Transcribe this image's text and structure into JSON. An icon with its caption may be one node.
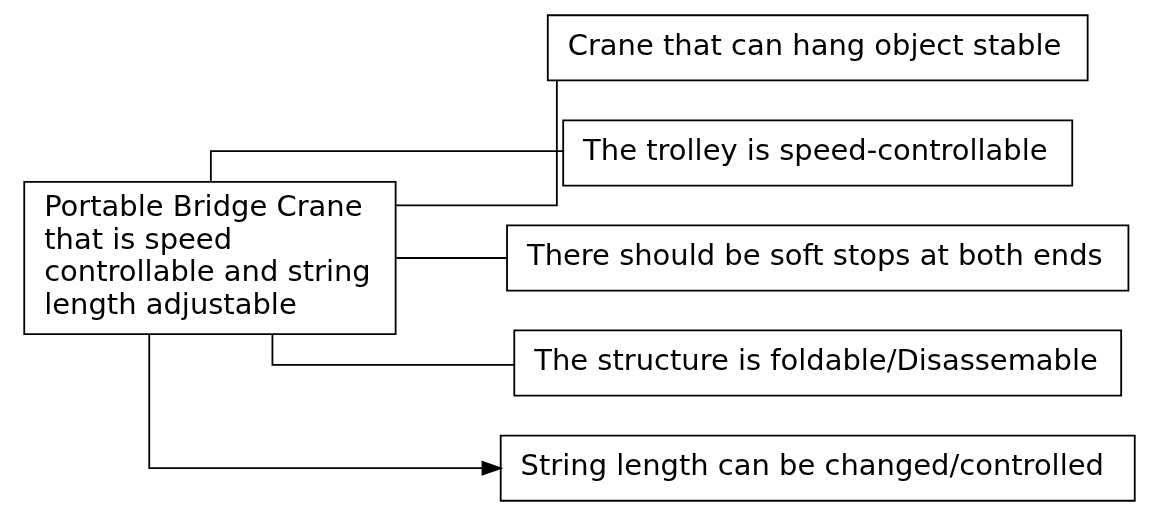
{
  "diagram": {
    "nodes": [
      {
        "text": [
          "Portable Bridge Crane that is speed controllable and string length adjustable"
        ]
      },
      {
        "text": [
          "Crane that can hang object stable"
        ]
      },
      {
        "text": [
          "The trolley is speed-controllable"
        ]
      },
      {
        "text": [
          "There should be soft stops at both ends"
        ]
      },
      {
        "text": [
          "The structure is foldable/Disassemable"
        ]
      },
      {
        "text": [
          "String length can be changed/controlled"
        ]
      }
    ],
    "edges": [
      {
        "from": 0,
        "to": 1,
        "arrow": "none"
      },
      {
        "from": 0,
        "to": 2,
        "arrow": "none"
      },
      {
        "from": 0,
        "to": 3,
        "arrow": "none"
      },
      {
        "from": 0,
        "to": 4,
        "arrow": "none"
      },
      {
        "from": 0,
        "to": 5,
        "arrow": "to"
      }
    ]
  }
}
